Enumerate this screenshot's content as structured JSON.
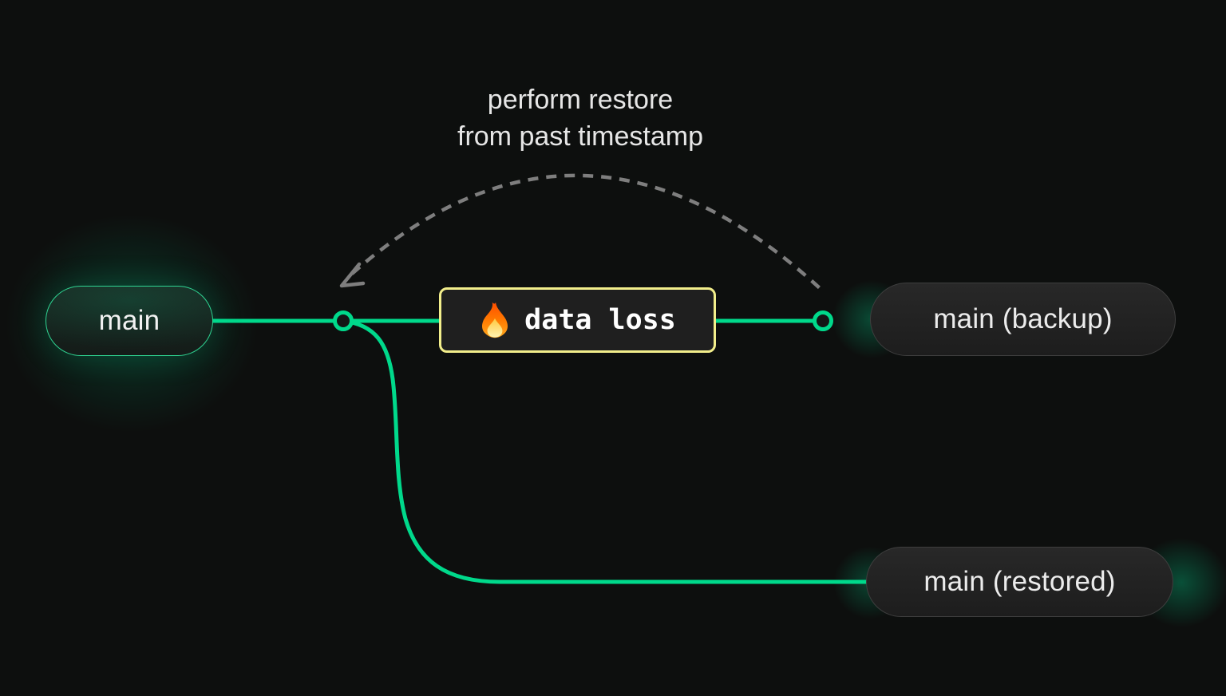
{
  "annotation": {
    "line1": "perform restore",
    "line2": "from past timestamp"
  },
  "nodes": {
    "main": {
      "label": "main"
    },
    "backup": {
      "label": "main (backup)"
    },
    "restored": {
      "label": "main (restored)"
    }
  },
  "event": {
    "label": "data loss",
    "icon": "fire-icon"
  },
  "colors": {
    "background": "#0d0f0e",
    "branch_green": "#00d98b",
    "glow_green": "#00e599",
    "warning_yellow": "#f2ee8b",
    "dash_gray": "#7e7e7e",
    "pill_border_gray": "#3e3e3e",
    "text_light": "#ececec"
  }
}
